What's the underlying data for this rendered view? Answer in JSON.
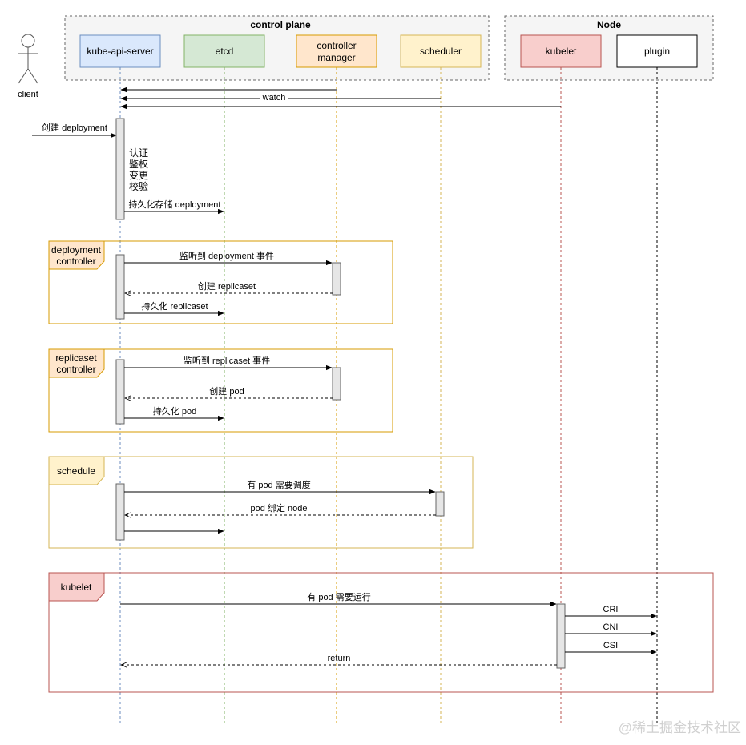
{
  "groups": {
    "control_plane": "control plane",
    "node": "Node"
  },
  "actor": {
    "label": "client"
  },
  "participants": {
    "kube_api_server": "kube-api-server",
    "etcd": "etcd",
    "controller_manager_1": "controller",
    "controller_manager_2": "manager",
    "scheduler": "scheduler",
    "kubelet": "kubelet",
    "plugin": "plugin"
  },
  "messages": {
    "watch": "watch",
    "create_deployment": "创建 deployment",
    "auth_1": "认证",
    "auth_2": "鉴权",
    "auth_3": "变更",
    "auth_4": "校验",
    "persist_deployment": "持久化存储 deployment",
    "watch_deployment_event": "监听到 deployment 事件",
    "create_replicaset": "创建 replicaset",
    "persist_replicaset": "持久化 replicaset",
    "watch_replicaset_event": "监听到 replicaset 事件",
    "create_pod": "创建 pod",
    "persist_pod": "持久化 pod",
    "pod_needs_scheduling": "有 pod 需要调度",
    "pod_bind_node": "pod 绑定 node",
    "pod_needs_running": "有 pod 需要运行",
    "cri": "CRI",
    "cni": "CNI",
    "csi": "CSI",
    "return": "return"
  },
  "frames": {
    "deployment_controller_1": "deployment",
    "deployment_controller_2": "controller",
    "replicaset_controller_1": "replicaset",
    "replicaset_controller_2": "controller",
    "schedule": "schedule",
    "kubelet": "kubelet"
  },
  "watermark": "@稀土掘金技术社区",
  "colors": {
    "api_server_fill": "#dae8fc",
    "api_server_stroke": "#6c8ebf",
    "etcd_fill": "#d5e8d4",
    "etcd_stroke": "#82b366",
    "controller_fill": "#ffe6cc",
    "controller_stroke": "#d79b00",
    "scheduler_fill": "#fff2cc",
    "scheduler_stroke": "#d6b656",
    "kubelet_fill": "#f8cecc",
    "kubelet_stroke": "#b85450",
    "group_fill": "#f5f5f5",
    "group_stroke": "#666666"
  }
}
